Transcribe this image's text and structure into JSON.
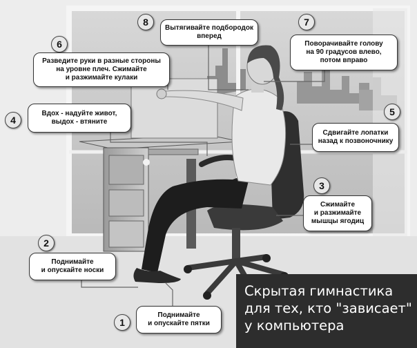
{
  "callouts": {
    "c1": {
      "number": "1",
      "text": "Поднимайте\nи опускайте пятки"
    },
    "c2": {
      "number": "2",
      "text": "Поднимайте\nи опускайте носки"
    },
    "c3": {
      "number": "3",
      "text": "Сжимайте\nи разжимайте\nмышцы ягодиц"
    },
    "c4": {
      "number": "4",
      "text": "Вдох - надуйте живот,\nвыдох - втяните"
    },
    "c5": {
      "number": "5",
      "text": "Сдвигайте лопатки\nназад к позвоночнику"
    },
    "c6": {
      "number": "6",
      "text": "Разведите руки в разные стороны\nна уровне плеч. Сжимайте\nи разжимайте кулаки"
    },
    "c7": {
      "number": "7",
      "text": "Поворачивайте голову\nна 90 градусов влево,\nпотом вправо"
    },
    "c8": {
      "number": "8",
      "text": "Вытягивайте подбородок\nвперед"
    }
  },
  "caption": {
    "text": "Скрытая гимнастика\nдля тех, кто \"зависает\"\nу компьютера"
  }
}
